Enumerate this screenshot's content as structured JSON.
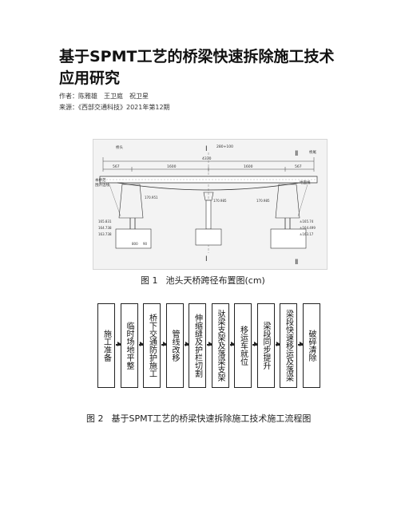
{
  "article": {
    "title": "基于SPMT工艺的桥梁快速拆除施工技术应用研究",
    "authors_label": "作者：",
    "authors": [
      "陈雅雄",
      "王卫庭",
      "祝卫星"
    ],
    "source_label": "来源：",
    "source": "《西部交通科技》2021年第12期"
  },
  "figure1": {
    "label": "图 1",
    "caption": "池头天桥跨径布置图(cm)",
    "drawing": {
      "texts": {
        "top_dim": "280+100",
        "overall": "4330",
        "spans": [
          "567",
          "1600",
          "1600",
          "567"
        ],
        "left_note_1": "本桥范",
        "left_note_2": "围外边线",
        "left_top": "桥头",
        "right_top": "桥尾",
        "right_note": "地面线",
        "elev_center": "170.985",
        "elev_left": "170.951",
        "elev_right": "170.985",
        "elev_left_1": "165.831",
        "elev_left_2": "164.738",
        "elev_left_3": "163.738",
        "elev_right_1": "±165.74",
        "elev_right_2": "±164.499",
        "elev_right_3": "±163.17",
        "pier_width": "800",
        "pier_width_2": "90",
        "section_1_top": "Ⅰ",
        "section_1_bottom": "Ⅰ",
        "section_2_top": "Ⅱ",
        "section_2_bottom": "Ⅱ"
      }
    }
  },
  "figure2": {
    "label": "图 2",
    "caption": "基于SPMT工艺的桥梁快速拆除施工技术施工流程图",
    "steps": [
      "施工准备",
      "临时场地平整",
      "桥下交通防护施工",
      "管线改移",
      "伸缩缝及护栏切割",
      "驮梁支架及落梁支架",
      "移运车就位",
      "梁段同步提升",
      "梁段快速移运及落梁",
      "破碎清除"
    ]
  }
}
